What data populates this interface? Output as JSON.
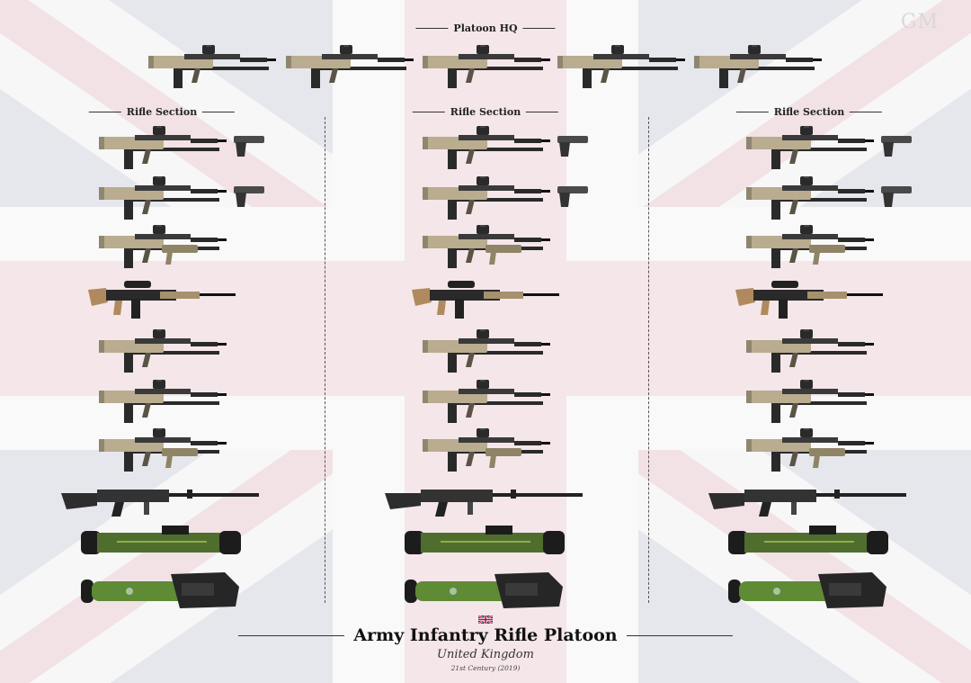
{
  "watermark": "GM",
  "platoon_hq": {
    "label": "Platoon HQ",
    "weapons": [
      "rifle",
      "rifle",
      "rifle",
      "rifle",
      "rifle"
    ]
  },
  "sections": [
    {
      "label": "Rifle Section",
      "weapons": [
        "rifle+pistol",
        "rifle+pistol",
        "rifle-ugl",
        "marksman",
        "rifle",
        "rifle",
        "rifle-ugl",
        "gpmg",
        "nlaw",
        "javelin"
      ]
    },
    {
      "label": "Rifle Section",
      "weapons": [
        "rifle+pistol",
        "rifle+pistol",
        "rifle-ugl",
        "marksman",
        "rifle",
        "rifle",
        "rifle-ugl",
        "gpmg",
        "nlaw",
        "javelin"
      ]
    },
    {
      "label": "Rifle Section",
      "weapons": [
        "rifle+pistol",
        "rifle+pistol",
        "rifle-ugl",
        "marksman",
        "rifle",
        "rifle",
        "rifle-ugl",
        "gpmg",
        "nlaw",
        "javelin"
      ]
    }
  ],
  "title": "Army Infantry Rifle Platoon",
  "country": "United Kingdom",
  "era": "21st Century (2019)",
  "flag_icon": "union-jack-icon",
  "colors": {
    "flag_red": "#e7c9cf",
    "flag_blue": "#cfd4e0",
    "flag_white": "#f2f2f2",
    "rifle_tan": "#b9ac8f",
    "rifle_dark": "#2a2a2a",
    "launcher_green": "#4f6e2e"
  }
}
